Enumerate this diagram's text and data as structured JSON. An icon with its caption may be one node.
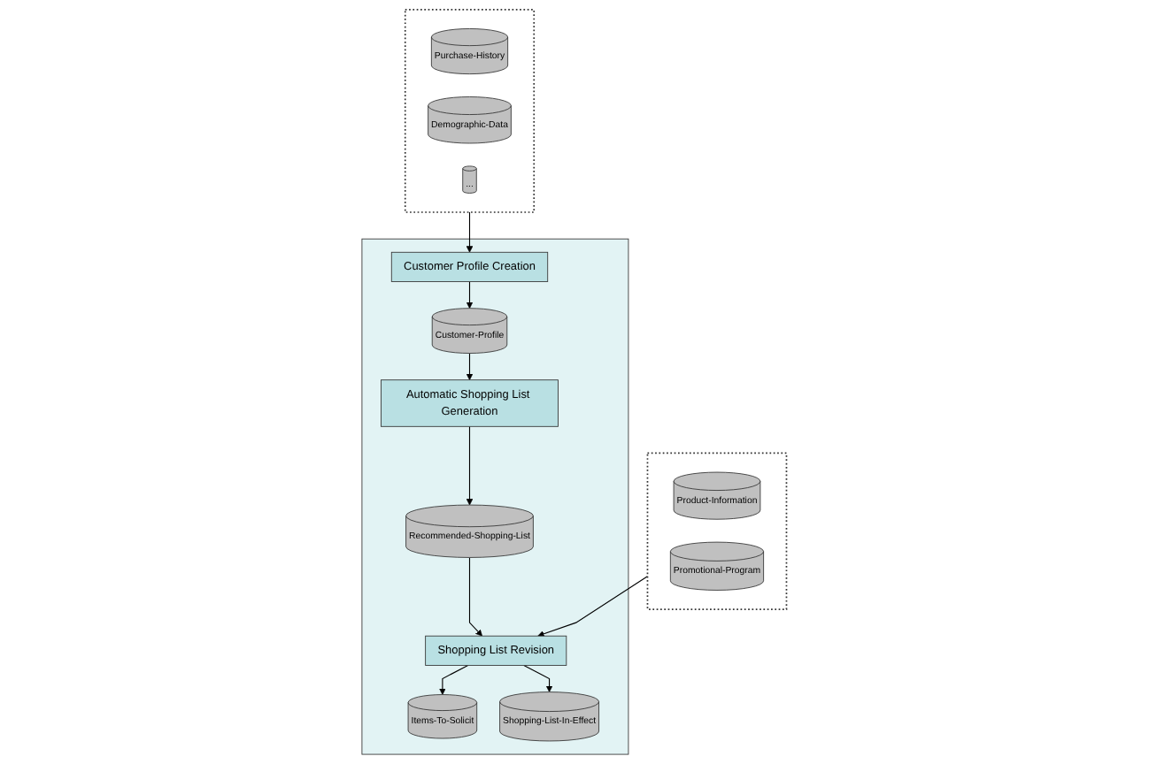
{
  "diagram": {
    "nodes": [
      {
        "text": [],
        "shape": "box"
      },
      {
        "text": [
          "Product-Information"
        ],
        "in": 0
      },
      {
        "text": [
          "Promotional-Program"
        ],
        "in": 0
      },
      {
        "text": [],
        "shape": "box"
      },
      {
        "text": [
          "Automatic Shopping List Generation"
        ],
        "in": 3
      },
      {
        "text": [
          "Customer-Profile"
        ],
        "in": 3
      },
      {
        "text": [
          "Shopping List Revision"
        ],
        "in": 3
      },
      {
        "text": [
          "Recommended-Shopping-List"
        ],
        "in": 3
      },
      {
        "text": [
          "Customer Profile Creation"
        ],
        "in": 3
      },
      {
        "text": [],
        "shape": "box"
      },
      {
        "text": [
          "Purchase-History"
        ],
        "in": 9
      },
      {
        "text": [
          "Demographic-Data"
        ],
        "in": 9
      },
      {
        "text": [
          "..."
        ],
        "in": 9
      },
      {
        "text": [
          "Items-To-Solicit"
        ],
        "in": 3
      },
      {
        "text": [
          "Shopping-List-In-Effect"
        ],
        "in": 3
      }
    ],
    "edges": [
      {
        "from": 0,
        "to": 6,
        "arrow": "to"
      },
      {
        "from": 5,
        "to": 4,
        "arrow": "to"
      },
      {
        "from": 4,
        "to": 7,
        "arrow": "to"
      },
      {
        "from": 7,
        "to": 6,
        "arrow": "to"
      },
      {
        "from": 8,
        "to": 5,
        "arrow": "to"
      },
      {
        "from": 9,
        "to": 8,
        "arrow": "to"
      },
      {
        "from": 6,
        "to": 13,
        "arrow": "to"
      },
      {
        "from": 6,
        "to": 14,
        "arrow": "to"
      }
    ]
  }
}
